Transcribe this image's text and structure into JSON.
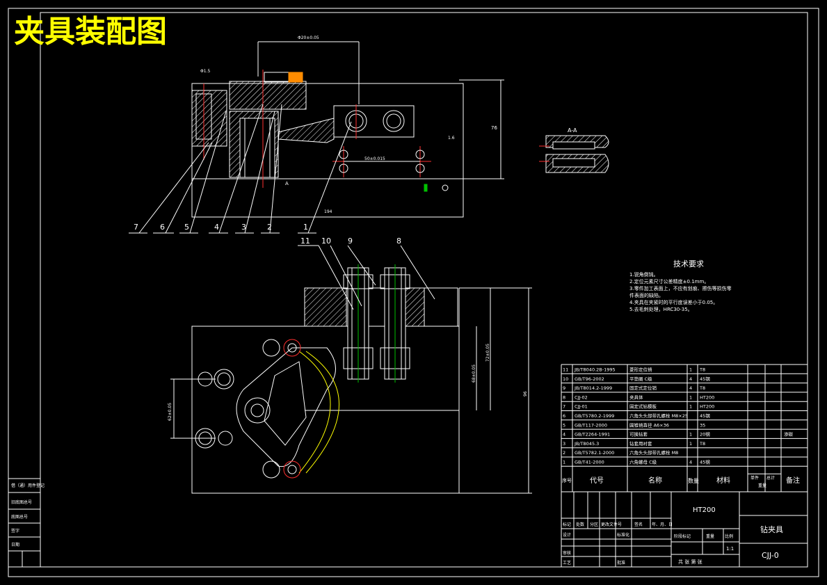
{
  "title": "夹具装配图",
  "top_view": {
    "dims": {
      "width": "Φ20±0.05",
      "height_right": "76",
      "base_len": "194",
      "inner": "50±0.015",
      "small_dim": "Φ1.5",
      "ra": "1.6",
      "a_mark": "A"
    },
    "section_label": "A-A",
    "callouts": [
      "7",
      "6",
      "5",
      "4",
      "3",
      "2",
      "1"
    ]
  },
  "bottom_view": {
    "callouts": [
      "11",
      "10",
      "9",
      "8"
    ],
    "dims": {
      "left_height": "62±0.05",
      "right_a": "72±0.05",
      "right_b": "68±0.05",
      "right_total": "96"
    }
  },
  "tech_req": {
    "heading": "技术要求",
    "items": [
      "1.锐角倒钝。",
      "2.定位元素尺寸公差精度±0.1mm。",
      "3.零件加工表面上，不应有划痕、擦伤等损伤零",
      "  件表面的缺陷。",
      "4.夹具在夹紧时的平行度误差小于0.05。",
      "5.去毛刺处理，HRC30-35。"
    ]
  },
  "bom": {
    "rows": [
      {
        "no": "11",
        "code": "JB/T8040.2B-1995",
        "name": "菱形定位销",
        "qty": "1",
        "material": "T8",
        "note": ""
      },
      {
        "no": "10",
        "code": "GB/T96-2002",
        "name": "平垫圈 C级",
        "qty": "4",
        "material": "45钢",
        "note": ""
      },
      {
        "no": "9",
        "code": "JB/T8014.2-1999",
        "name": "固定式定位销",
        "qty": "4",
        "material": "T8",
        "note": ""
      },
      {
        "no": "8",
        "code": "CJJ-02",
        "name": "夹具体",
        "qty": "1",
        "material": "HT200",
        "note": ""
      },
      {
        "no": "7",
        "code": "CJJ-01",
        "name": "固定式钻模板",
        "qty": "1",
        "material": "HT200",
        "note": ""
      },
      {
        "no": "6",
        "code": "GB/T5780.2-1999",
        "name": "六角头头部带孔螺栓 M8×25",
        "qty": "",
        "material": "45钢",
        "note": ""
      },
      {
        "no": "5",
        "code": "GB/T117-2000",
        "name": "圆锥销直径 A6×36",
        "qty": "",
        "material": "35",
        "note": ""
      },
      {
        "no": "4",
        "code": "GB/T2264-1991",
        "name": "可换钻套",
        "qty": "1",
        "material": "20钢",
        "note": "渗碳"
      },
      {
        "no": "3",
        "code": "JB/T8045.3",
        "name": "钻套用衬套",
        "qty": "1",
        "material": "T8",
        "note": ""
      },
      {
        "no": "2",
        "code": "GB/T5782.1-2000",
        "name": "六角头头部带孔螺栓 M8",
        "qty": "",
        "material": "",
        "note": ""
      },
      {
        "no": "1",
        "code": "GB/T41-2000",
        "name": "六角螺母 C级",
        "qty": "4",
        "material": "45钢",
        "note": ""
      }
    ],
    "header": {
      "no": "序号",
      "code": "代号",
      "name": "名称",
      "qty": "数量",
      "material": "材料",
      "unit_weight": "单件",
      "total_weight": "总计",
      "weight": "重量",
      "note": "备注"
    }
  },
  "title_block": {
    "material": "HT200",
    "name": "钻夹具",
    "drawing_no": "CJJ-0",
    "scale": "1:1",
    "labels": {
      "mark": "标记",
      "count": "处数",
      "zone": "分区",
      "change_doc": "更改文件号",
      "sign": "签名",
      "date": "年、月、日",
      "design": "设计",
      "std": "标准化",
      "stage": "阶段标记",
      "weight": "重量",
      "ratio": "比例",
      "check": "审核",
      "process": "工艺",
      "approve": "批准",
      "sheets": "共 张 第 张"
    }
  },
  "side_panel": [
    "借（通）用件登记",
    "旧底图总号",
    "底图总号",
    "签字",
    "日期"
  ]
}
